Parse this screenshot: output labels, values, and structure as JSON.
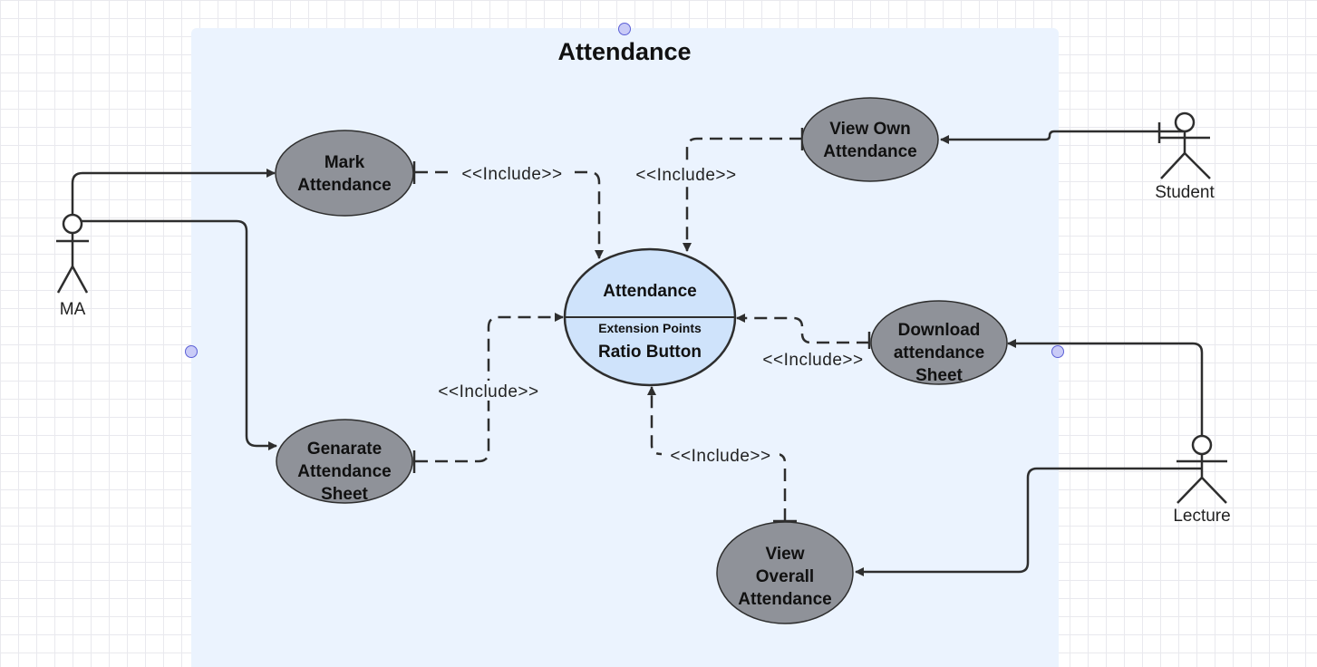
{
  "system": {
    "title": "Attendance"
  },
  "actors": {
    "ma": "MA",
    "student": "Student",
    "lecture": "Lecture"
  },
  "use_cases": {
    "mark": [
      "Mark",
      "Attendance"
    ],
    "view_own": [
      "View Own",
      "Attendance"
    ],
    "generate": [
      "Genarate",
      "Attendance",
      "Sheet"
    ],
    "download": [
      "Download",
      "attendance",
      "Sheet"
    ],
    "view_overall": [
      "View",
      "Overall",
      "Attendance"
    ]
  },
  "central": {
    "name": "Attendance",
    "extension_header": "Extension Points",
    "extension_point": "Ratio Button"
  },
  "relations": {
    "include_mark": "<<Include>>",
    "include_view_own": "<<Include>>",
    "include_generate": "<<Include>>",
    "include_download": "<<Include>>",
    "include_overall": "<<Include>>"
  },
  "colors": {
    "boundary": "#ebf3fe",
    "use_case_fill": "#8f9299",
    "central_fill": "#cfe3fb",
    "line": "#2e2e2e",
    "handle": "#c9cbf7"
  }
}
